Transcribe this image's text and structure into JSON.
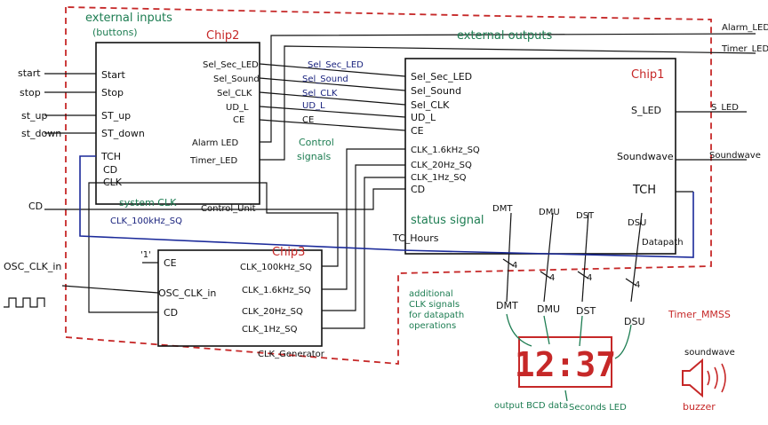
{
  "colors": {
    "ink": "#111111",
    "annotation": "#1d7d52",
    "boundary": "#c62828",
    "status_wire": "#1b2a9a"
  },
  "chip2": {
    "title": "Chip2",
    "subtitle": "Control_Unit",
    "inputs": [
      "Start",
      "Stop",
      "ST_up",
      "ST_down"
    ],
    "tch": "TCH",
    "cd": "CD",
    "clk": "CLK",
    "outputs": [
      "Sel_Sec_LED",
      "Sel_Sound",
      "Sel_CLK",
      "UD_L",
      "CE"
    ],
    "alarm_led": "Alarm LED",
    "timer_led": "Timer_LED"
  },
  "chip1": {
    "title": "Chip1",
    "subtitle": "Datapath",
    "inputs": [
      "Sel_Sec_LED",
      "Sel_Sound",
      "Sel_CLK",
      "UD_L",
      "CE"
    ],
    "clk_inputs": [
      "CLK_1.6kHz_SQ",
      "CLK_20Hz_SQ",
      "CLK_1Hz_SQ"
    ],
    "cd": "CD",
    "outputs": [
      "S_LED",
      "Soundwave",
      "TCH"
    ],
    "bottom": [
      "DMT",
      "DMU",
      "DST",
      "DSU"
    ]
  },
  "chip3": {
    "title": "Chip3",
    "subtitle": "CLK_Generator",
    "const_in": "'1'",
    "inputs": [
      "CE",
      "OSC_CLK_in",
      "CD"
    ],
    "outputs": [
      "CLK_100kHz_SQ",
      "CLK_1.6kHz_SQ",
      "CLK_20Hz_SQ",
      "CLK_1Hz_SQ"
    ]
  },
  "external_inputs": {
    "labels": [
      "start",
      "stop",
      "st_up",
      "st_down"
    ],
    "cd": "CD",
    "osc": "OSC_CLK_in"
  },
  "wire_labels": [
    "Sel_Sec_LED",
    "Sel_Sound",
    "Sel_CLK",
    "UD_L",
    "CE"
  ],
  "bus_width": "4",
  "right_outputs": [
    "Alarm_LED",
    "Timer_LED",
    "S_LED",
    "Soundwave"
  ],
  "annotations": {
    "external_inputs": "external inputs",
    "buttons": "(buttons)",
    "external_outputs": "external outputs",
    "control_signals_1": "Control",
    "control_signals_2": "signals",
    "system_clk": "system CLK",
    "system_clk_wire": "CLK_100kHz_SQ",
    "status_signal": "status signal",
    "tc_hours": "TC_Hours",
    "additional": [
      "additional",
      "CLK signals",
      "for datapath",
      "operations"
    ],
    "timer_name": "Timer_MMSS",
    "output_bcd": "output BCD data",
    "seconds_led": "Seconds LED",
    "soundwave": "soundwave",
    "buzzer": "buzzer"
  },
  "display": {
    "digits": "12:37"
  },
  "display_labels": [
    "DMT",
    "DMU",
    "DST",
    "DSU"
  ]
}
